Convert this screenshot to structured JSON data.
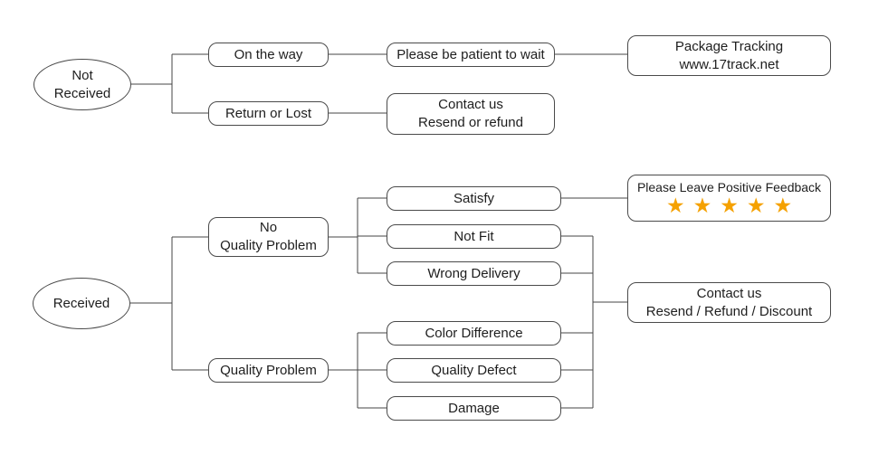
{
  "colors": {
    "line": "#454545",
    "border": "#4a4a4a",
    "text": "#1e1e1e",
    "star": "#F5A100",
    "background": "#ffffff"
  },
  "nodes": {
    "not_received": {
      "line1": "Not",
      "line2": "Received"
    },
    "received": {
      "label": "Received"
    },
    "on_the_way": {
      "label": "On the way"
    },
    "return_or_lost": {
      "label": "Return or Lost"
    },
    "be_patient": {
      "label": "Please be patient to wait"
    },
    "package_tracking": {
      "line1": "Package Tracking",
      "line2": "www.17track.net"
    },
    "contact_resend_refund": {
      "line1": "Contact us",
      "line2": "Resend or refund"
    },
    "no_quality_problem": {
      "line1": "No",
      "line2": "Quality Problem"
    },
    "quality_problem": {
      "label": "Quality Problem"
    },
    "satisfy": {
      "label": "Satisfy"
    },
    "not_fit": {
      "label": "Not Fit"
    },
    "wrong_delivery": {
      "label": "Wrong Delivery"
    },
    "color_difference": {
      "label": "Color Difference"
    },
    "quality_defect": {
      "label": "Quality Defect"
    },
    "damage": {
      "label": "Damage"
    },
    "positive_feedback": {
      "label": "Please Leave Positive Feedback",
      "star_glyph": "★",
      "star_count": 5
    },
    "contact_discount": {
      "line1": "Contact us",
      "line2": "Resend / Refund / Discount"
    }
  },
  "edges": [
    {
      "from": "not_received",
      "to": "on_the_way"
    },
    {
      "from": "not_received",
      "to": "return_or_lost"
    },
    {
      "from": "on_the_way",
      "to": "be_patient"
    },
    {
      "from": "be_patient",
      "to": "package_tracking"
    },
    {
      "from": "return_or_lost",
      "to": "contact_resend_refund"
    },
    {
      "from": "received",
      "to": "no_quality_problem"
    },
    {
      "from": "received",
      "to": "quality_problem"
    },
    {
      "from": "no_quality_problem",
      "to": "satisfy"
    },
    {
      "from": "no_quality_problem",
      "to": "not_fit"
    },
    {
      "from": "no_quality_problem",
      "to": "wrong_delivery"
    },
    {
      "from": "quality_problem",
      "to": "color_difference"
    },
    {
      "from": "quality_problem",
      "to": "quality_defect"
    },
    {
      "from": "quality_problem",
      "to": "damage"
    },
    {
      "from": "satisfy",
      "to": "positive_feedback"
    },
    {
      "from": "not_fit",
      "to": "contact_discount"
    },
    {
      "from": "wrong_delivery",
      "to": "contact_discount"
    },
    {
      "from": "color_difference",
      "to": "contact_discount"
    },
    {
      "from": "quality_defect",
      "to": "contact_discount"
    },
    {
      "from": "damage",
      "to": "contact_discount"
    }
  ]
}
